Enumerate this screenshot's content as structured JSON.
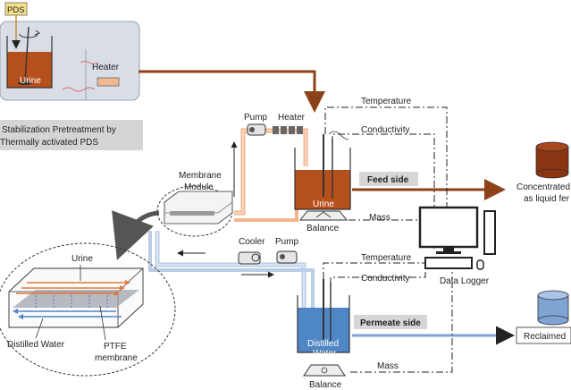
{
  "labels": {
    "pds": "PDS",
    "heater_top": "Heater",
    "urine_tank": "Urine",
    "pretreat_line1": "Stabilization Pretreatment by",
    "pretreat_line2": "Thermally activated PDS",
    "pump_top": "Pump",
    "heater_line": "Heater",
    "temperature_top": "Temperature",
    "conductivity_top": "Conductivity",
    "feed_side": "Feed side",
    "urine_beaker": "Urine",
    "mass_top": "Mass",
    "balance_top": "Balance",
    "membrane_module_line1": "Membrane",
    "membrane_module_line2": "Module",
    "concentrated_line1": "Concentrated",
    "concentrated_line2": "as liquid fer",
    "cooler": "Cooler",
    "pump_bottom": "Pump",
    "temperature_bottom": "Temperature",
    "conductivity_bottom": "Conductivity",
    "data_logger": "Data Logger",
    "permeate_side": "Permeate side",
    "distilled_beaker_line1": "Distilled",
    "distilled_beaker_line2": "Water",
    "reclaimed": "Reclaimed",
    "mass_bottom": "Mass",
    "balance_bottom": "Balance",
    "detail_urine": "Urine",
    "detail_distilled": "Distilled Water",
    "ptfe_line1": "PTFE",
    "ptfe_line2": "membrane"
  },
  "colors": {
    "urine": "#b5501c",
    "heated_line": "#f3b48a",
    "brown_arrow": "#8c4218",
    "water": "#4f86c6",
    "cool_line": "#b9cde6",
    "blue_arrow": "#7ea4d4",
    "panel": "#d9dde6"
  }
}
